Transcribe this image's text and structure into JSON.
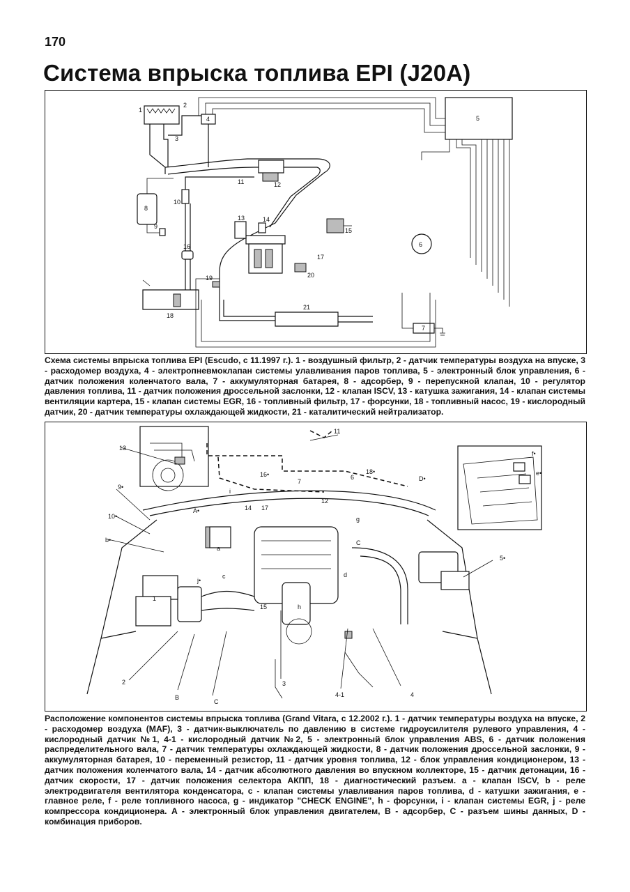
{
  "page": {
    "number": "170",
    "title": "Система впрыска топлива EPI (J20A)"
  },
  "figure1": {
    "labels": [
      "1",
      "2",
      "3",
      "4",
      "5",
      "6",
      "7",
      "8",
      "9",
      "10",
      "11",
      "12",
      "13",
      "14",
      "15",
      "16",
      "17",
      "18",
      "19",
      "20",
      "21"
    ],
    "caption": "Схема системы впрыска топлива EPI (Escudo, с 11.1997 г.). 1 - воздушный фильтр, 2 - датчик температуры воздуха на впуске, 3 - расходомер воздуха, 4 - электропневмоклапан системы улавливания паров топлива, 5 - электронный блок управления, 6 - датчик положения коленчатого вала, 7 - аккумуляторная батарея, 8 - адсорбер, 9 - перепускной клапан, 10 - регулятор давления топлива, 11 - датчик положения дроссельной заслонки, 12 - клапан ISCV, 13 - катушка зажигания, 14 - клапан системы вентиляции картера, 15 - клапан системы EGR, 16 - топливный фильтр, 17 - форсунки, 18 - топливный насос, 19 - кислородный датчик, 20 - датчик температуры охлаждающей жидкости, 21 - каталитический нейтрализатор."
  },
  "figure2": {
    "labels": {
      "n1": "1",
      "n2": "2",
      "n3": "3",
      "n4": "4",
      "n4_1": "4-1",
      "n5": "5•",
      "n6": "6",
      "n7": "7",
      "n9": "9•",
      "n10": "10•",
      "n11": "11",
      "n12": "12",
      "n13": "13",
      "n14": "14",
      "n15": "15",
      "n16": "16•",
      "n17": "17",
      "n18": "18•",
      "a": "a",
      "b": "b•",
      "c": "c",
      "d": "d",
      "e": "e•",
      "f": "f•",
      "g": "g",
      "h": "h",
      "i": "i",
      "j": "j•",
      "A": "A•",
      "B": "B",
      "C": "C",
      "C2": "C",
      "D": "D•"
    },
    "caption": "Расположение компонентов системы впрыска топлива (Grand Vitara, с 12.2002 г.). 1 - датчик температуры воздуха на впуске, 2 - расходомер воздуха (MAF), 3 - датчик-выключатель по давлению в системе гидроусилителя рулевого управления, 4 - кислородный датчик №1, 4-1 - кислородный датчик №2, 5 - электронный блок управления ABS, 6 - датчик положения распределительного вала, 7 - датчик температуры охлаждающей жидкости, 8 - датчик положения дроссельной заслонки, 9 - аккумуляторная батарея, 10 - переменный резистор, 11 - датчик уровня топлива, 12 - блок управления кондиционером, 13 - датчик положения коленчатого вала, 14 - датчик абсолютного давления во впускном коллекторе, 15 - датчик детонации, 16 - датчик скорости, 17 - датчик положения селектора АКПП, 18 - диагностический разъем. a - клапан ISCV, b - реле электродвигателя вентилятора конденсатора, c - клапан системы улавливания паров топлива, d - катушки зажигания, e - главное реле, f - реле топливного насоса, g - индикатор \"CHECK ENGINE\", h - форсунки, i - клапан системы EGR, j - реле компрессора кондиционера. A - электронный блок управления двигателем, B - адсорбер, C - разъем шины данных, D - комбинация приборов."
  }
}
